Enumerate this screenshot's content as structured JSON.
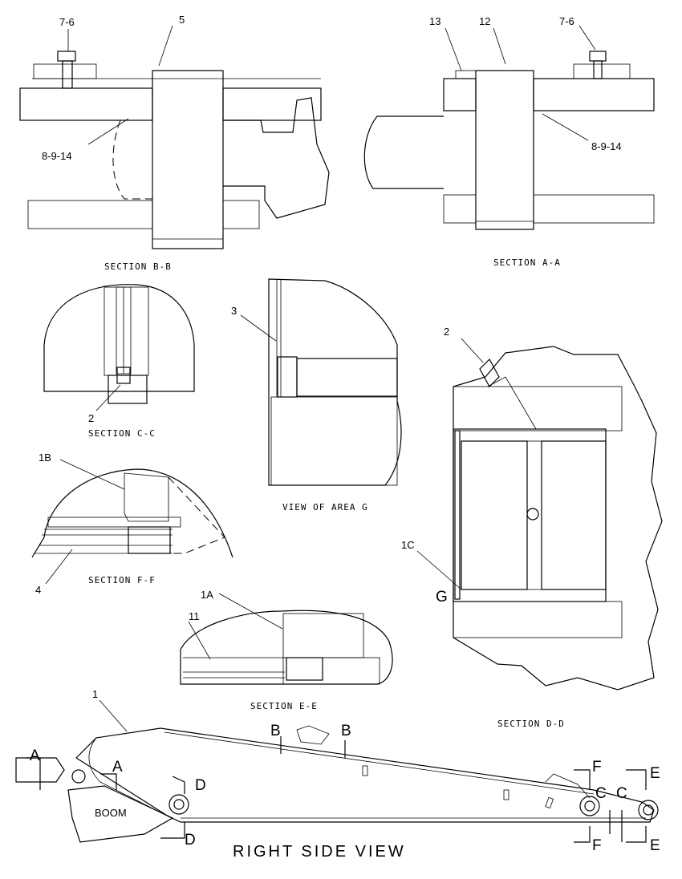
{
  "callouts": {
    "bb_7_6": "7-6",
    "bb_5": "5",
    "bb_8_9_14": "8-9-14",
    "aa_13": "13",
    "aa_12": "12",
    "aa_7_6": "7-6",
    "aa_8_9_14": "8-9-14",
    "cc_2": "2",
    "g_3": "3",
    "dd_2": "2",
    "ff_1b": "1B",
    "ff_4": "4",
    "dd_1c": "1C",
    "dd_g": "G",
    "ee_1a": "1A",
    "ee_11": "11",
    "rv_1": "1"
  },
  "captions": {
    "section_bb": "SECTION B-B",
    "section_aa": "SECTION A-A",
    "section_cc": "SECTION C-C",
    "view_g": "VIEW OF AREA G",
    "section_ff": "SECTION F-F",
    "section_ee": "SECTION E-E",
    "section_dd": "SECTION D-D",
    "right_side_view": "RIGHT SIDE VIEW"
  },
  "side_view": {
    "boom": "BOOM",
    "marker_a1": "A",
    "marker_a2": "A",
    "marker_b1": "B",
    "marker_b2": "B",
    "marker_d1": "D",
    "marker_d2": "D",
    "marker_c1": "C",
    "marker_c2": "C",
    "marker_f1": "F",
    "marker_f2": "F",
    "marker_e1": "E",
    "marker_e2": "E"
  }
}
